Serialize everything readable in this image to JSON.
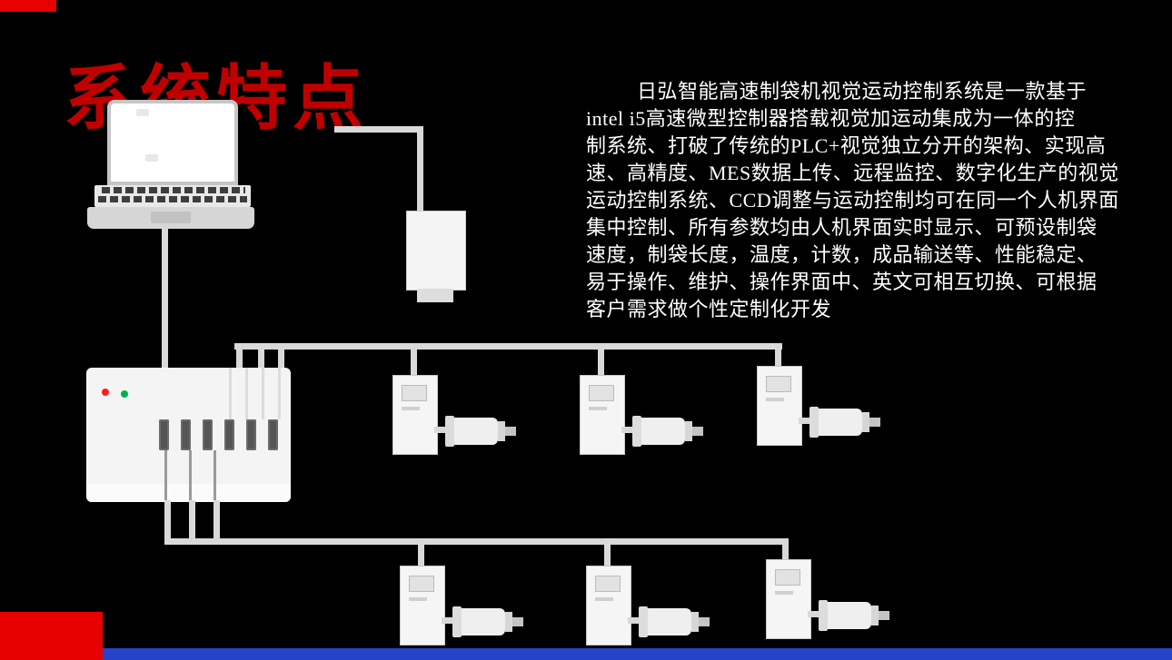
{
  "slide": {
    "title": "系统特点",
    "description_lines": [
      "日弘智能高速制袋机视觉运动控制系统是一款基于",
      "intel i5高速微型控制器搭载视觉加运动集成为一体的控",
      "制系统、打破了传统的PLC+视觉独立分开的架构、实现高",
      "速、高精度、MES数据上传、远程监控、数字化生产的视觉",
      "运动控制系统、CCD调整与运动控制均可在同一个人机界面",
      "集中控制、所有参数均由人机界面实时显示、可预设制袋",
      "速度，制袋长度，温度，计数，成品输送等、性能稳定、",
      "易于操作、维护、操作界面中、英文可相互切换、可根据",
      "客户需求做个性定制化开发"
    ]
  },
  "colors": {
    "background": "#000000",
    "title-red": "#c00000",
    "text-white": "#ffffff",
    "footer-red": "#e80000",
    "footer-blue": "#2543c8",
    "wire-gray": "#d9d9d9",
    "device-fill": "#f4f4f4",
    "led-red": "#ff1a1a",
    "led-green": "#00b050"
  }
}
